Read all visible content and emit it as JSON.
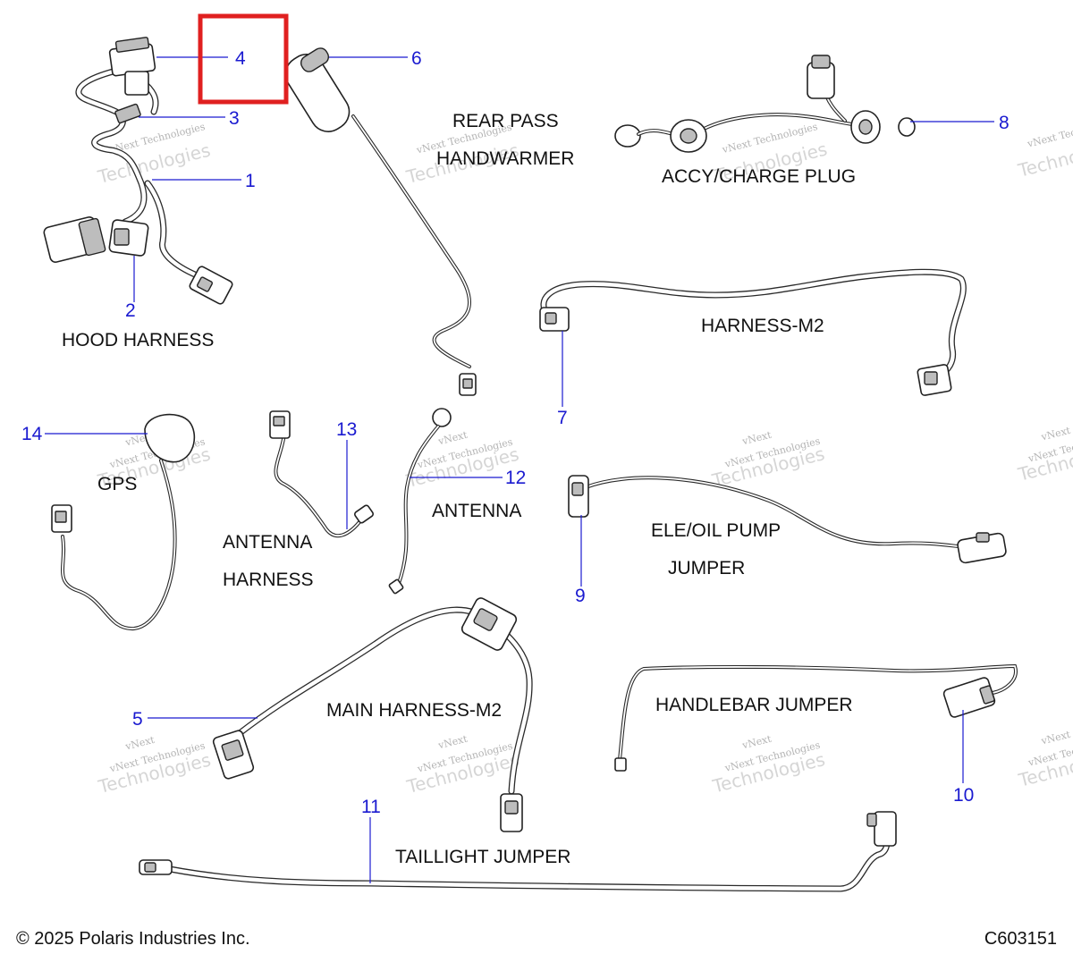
{
  "labels": {
    "hood_harness": "HOOD HARNESS",
    "rear_pass_line1": "REAR PASS",
    "rear_pass_line2": "HANDWARMER",
    "accy_charge_plug": "ACCY/CHARGE PLUG",
    "harness_m2": "HARNESS-M2",
    "gps": "GPS",
    "antenna_harness_line1": "ANTENNA",
    "antenna_harness_line2": "HARNESS",
    "antenna": "ANTENNA",
    "ele_oil_line1": "ELE/OIL PUMP",
    "ele_oil_line2": "JUMPER",
    "main_harness_m2": "MAIN HARNESS-M2",
    "handlebar_jumper": "HANDLEBAR JUMPER",
    "taillight_jumper": "TAILLIGHT JUMPER"
  },
  "callouts": {
    "c1": "1",
    "c2": "2",
    "c3": "3",
    "c4": "4",
    "c5": "5",
    "c6": "6",
    "c7": "7",
    "c8": "8",
    "c9": "9",
    "c10": "10",
    "c11": "11",
    "c12": "12",
    "c13": "13",
    "c14": "14"
  },
  "watermark": {
    "line1": "vNext Technologies",
    "line2": "Technologies",
    "line3": "vNext"
  },
  "footer": {
    "copyright": "© 2025 Polaris Industries Inc.",
    "diagram_id": "C603151"
  },
  "highlight_color": "#e02020",
  "callout_color": "#1a1ad0"
}
